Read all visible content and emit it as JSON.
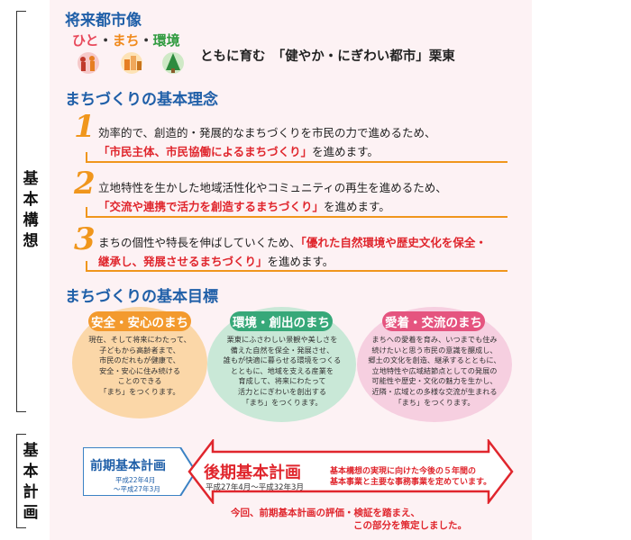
{
  "side": {
    "kihon_kousou": "基本構想",
    "kihon_keikaku": "基本計画"
  },
  "vision": {
    "heading": "将来都市像",
    "logo_parts": [
      "ひと",
      "・",
      "まち",
      "・",
      "環境"
    ],
    "slogan": "ともに育む　「健やか・にぎわい都市」栗東"
  },
  "concept": {
    "heading": "まちづくりの基本理念",
    "items": [
      {
        "num": "1",
        "line1": "効率的で、創造的・発展的なまちづくりを市民の力で進めるため、",
        "emph": "「市民主体、市民協働によるまちづくり」",
        "tail": "を進めます。"
      },
      {
        "num": "2",
        "line1": "立地特性を生かした地域活性化やコミュニティの再生を進めるため、",
        "emph": "「交流や連携で活力を創造するまちづくり」",
        "tail": "を進めます。"
      },
      {
        "num": "3",
        "line1": "まちの個性や特長を伸ばしていくため、",
        "emph_a": "「優れた自然環境や歴史文化を保全・",
        "emph_b": "継承し、発展させるまちづくり」",
        "tail": "を進めます。"
      }
    ]
  },
  "goals": {
    "heading": "まちづくりの基本目標",
    "circles": [
      {
        "title": "安全・安心のまち",
        "lines": [
          "現在、そして将来にわたって、",
          "子どもから高齢者まで、",
          "市民のだれもが健康で、",
          "安全・安心に住み続ける",
          "ことのできる",
          "「まち」をつくります。"
        ]
      },
      {
        "title": "環境・創出のまち",
        "lines": [
          "栗東にふさわしい景観や美しさを",
          "備えた自然を保全・発展させ、",
          "誰もが快適に暮らせる環境をつくる",
          "とともに、地域を支える産業を",
          "育成して、将来にわたって",
          "活力とにぎわいを創出する",
          "「まち」をつくります。"
        ]
      },
      {
        "title": "愛着・交流のまち",
        "lines": [
          "まちへの愛着を育み、いつまでも住み",
          "続けたいと思う市民の意識を醸成し、",
          "郷土の文化を創造、継承するとともに、",
          "立地特性や広域結節点としての発展の",
          "可能性や歴史・文化の魅力を生かし、",
          "近隣・広域との多様な交流が生まれる",
          "「まち」をつくります。"
        ]
      }
    ]
  },
  "plan": {
    "early": {
      "title": "前期基本計画",
      "period_a": "平成22年4月",
      "period_b": "〜平成27年3月"
    },
    "late": {
      "title": "後期基本計画",
      "period": "平成27年4月〜平成32年3月",
      "desc_a": "基本構想の実現に向けた今後の５年間の",
      "desc_b": "基本事業と主要な事務事業を定めています。"
    },
    "note_a": "今回、前期基本計画の評価・検証を踏まえ、",
    "note_b": "この部分を策定しました。"
  },
  "colors": {
    "heading_blue": "#1f5fa8",
    "accent_red": "#e0262d",
    "orange": "#f0961c"
  }
}
